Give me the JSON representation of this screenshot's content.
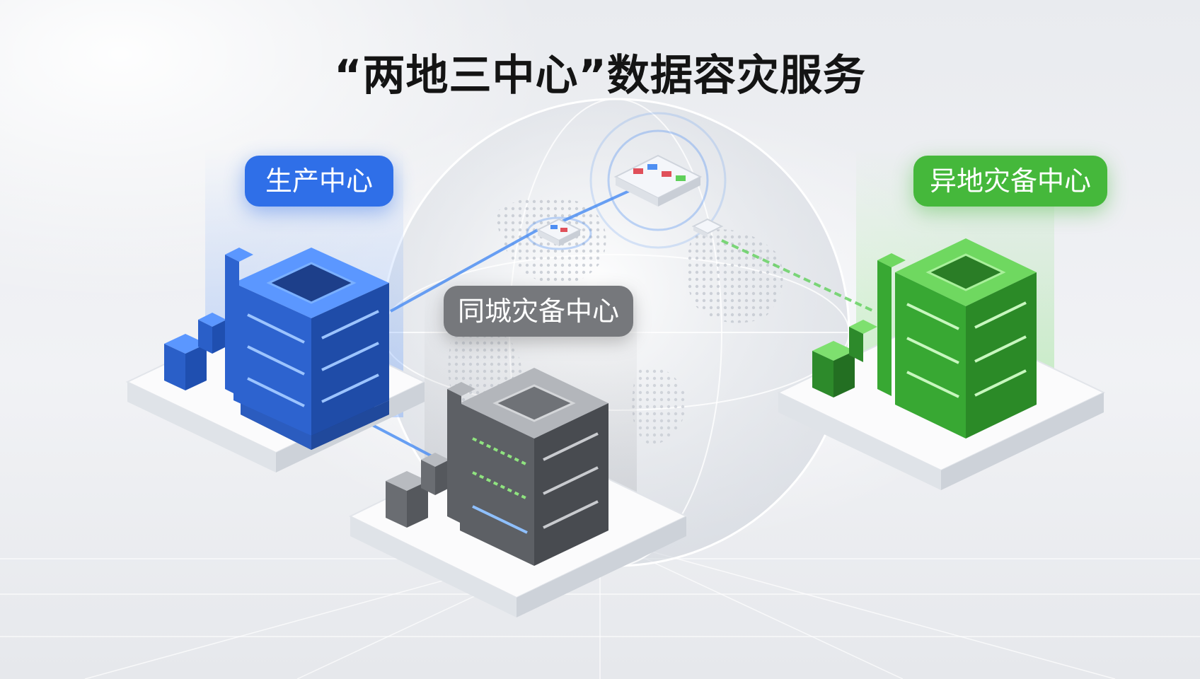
{
  "title": "“两地三中心”数据容灾服务",
  "centers": {
    "production": {
      "label": "生产中心",
      "color": "#2f6fe8"
    },
    "same_city": {
      "label": "同城灾备中心",
      "color": "#76787c"
    },
    "remote": {
      "label": "异地灾备中心",
      "color": "#45b83b"
    }
  },
  "colors": {
    "link_blue": "#4f8ff2",
    "link_green": "#5fd05a",
    "globe": "#d7dbe2"
  }
}
